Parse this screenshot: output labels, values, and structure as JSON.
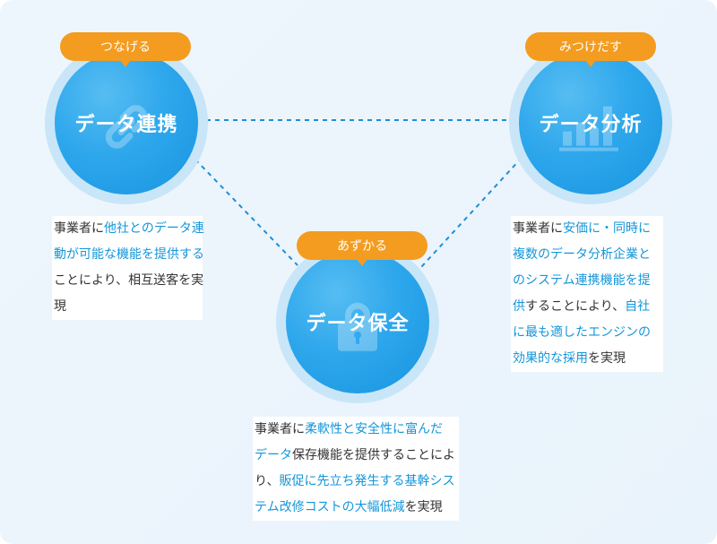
{
  "nodes": {
    "link": {
      "tag": "つなげる",
      "title": "データ連携",
      "icon": "chain-link-icon",
      "desc": [
        [
          {
            "t": "事業者に",
            "h": false
          },
          {
            "t": "他社とのデータ連",
            "h": true
          }
        ],
        [
          {
            "t": "動が可能な機能を提供する",
            "h": true
          }
        ],
        [
          {
            "t": "ことにより、相互送客を実",
            "h": false
          }
        ],
        [
          {
            "t": "現",
            "h": false
          }
        ]
      ]
    },
    "analysis": {
      "tag": "みつけだす",
      "title": "データ分析",
      "icon": "bar-chart-icon",
      "desc": [
        [
          {
            "t": "事業者に",
            "h": false
          },
          {
            "t": "安価に・同時に",
            "h": true
          }
        ],
        [
          {
            "t": "複数のデータ分析企業と",
            "h": true
          }
        ],
        [
          {
            "t": "のシステム連携機能を提",
            "h": true
          }
        ],
        [
          {
            "t": "供",
            "h": true
          },
          {
            "t": "することにより、",
            "h": false
          },
          {
            "t": "自社",
            "h": true
          }
        ],
        [
          {
            "t": "に最も適したエンジンの",
            "h": true
          }
        ],
        [
          {
            "t": "効果的な採用",
            "h": true
          },
          {
            "t": "を実現",
            "h": false
          }
        ]
      ]
    },
    "storage": {
      "tag": "あずかる",
      "title": "データ保全",
      "icon": "padlock-icon",
      "desc": [
        [
          {
            "t": "事業者に",
            "h": false
          },
          {
            "t": "柔軟性と安全性に富んだ",
            "h": true
          }
        ],
        [
          {
            "t": "データ",
            "h": true
          },
          {
            "t": "保存機能を提供することによ",
            "h": false
          }
        ],
        [
          {
            "t": "り、",
            "h": false
          },
          {
            "t": "販促に先立ち発生する基幹シス",
            "h": true
          }
        ],
        [
          {
            "t": "テム改修コストの大幅低減",
            "h": true
          },
          {
            "t": "を実現",
            "h": false
          }
        ]
      ]
    }
  },
  "colors": {
    "accent": "#1496d8",
    "tag": "#f39c1f",
    "circle": "#2ea7ec",
    "halo": "#c8e6f8",
    "connector": "#1e8fd6"
  }
}
